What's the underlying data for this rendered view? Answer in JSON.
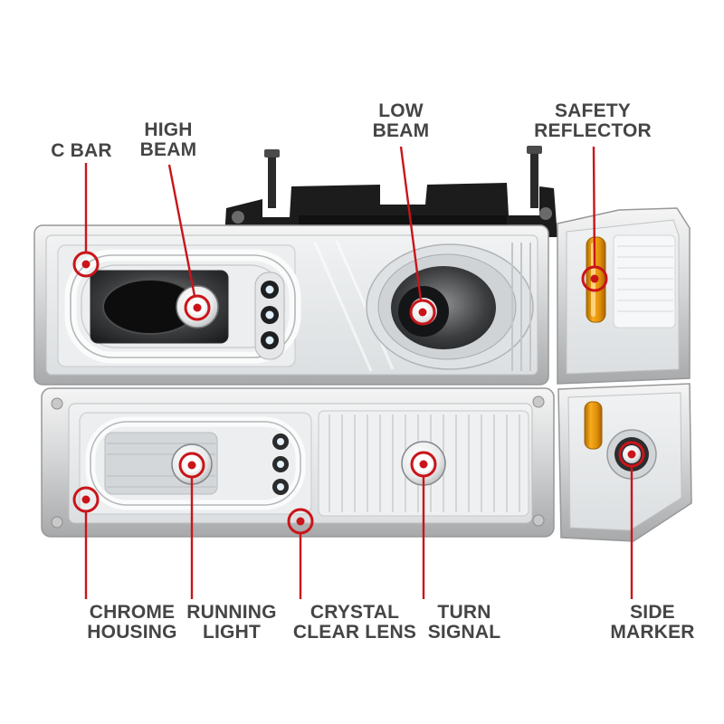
{
  "page": {
    "background": "#ffffff",
    "description": "Annotated product diagram of a truck headlight assembly set with corner and side marker lamps"
  },
  "colors": {
    "annotation_red": "#c9151a",
    "label_gray": "#454545",
    "amber": "#f09d18",
    "chrome": "#d6d7d8"
  },
  "diagram": {
    "callouts": [
      {
        "id": "c-bar",
        "label": "C BAR"
      },
      {
        "id": "high-beam",
        "label": "HIGH\nBEAM"
      },
      {
        "id": "low-beam",
        "label": "LOW\nBEAM"
      },
      {
        "id": "safety-reflector",
        "label": "SAFETY\nREFLECTOR"
      },
      {
        "id": "chrome-housing",
        "label": "CHROME\nHOUSING"
      },
      {
        "id": "running-light",
        "label": "RUNNING\nLIGHT"
      },
      {
        "id": "crystal-clear-lens",
        "label": "CRYSTAL\nCLEAR LENS"
      },
      {
        "id": "turn-signal",
        "label": "TURN\nSIGNAL"
      },
      {
        "id": "side-marker",
        "label": "SIDE\nMARKER"
      }
    ]
  }
}
